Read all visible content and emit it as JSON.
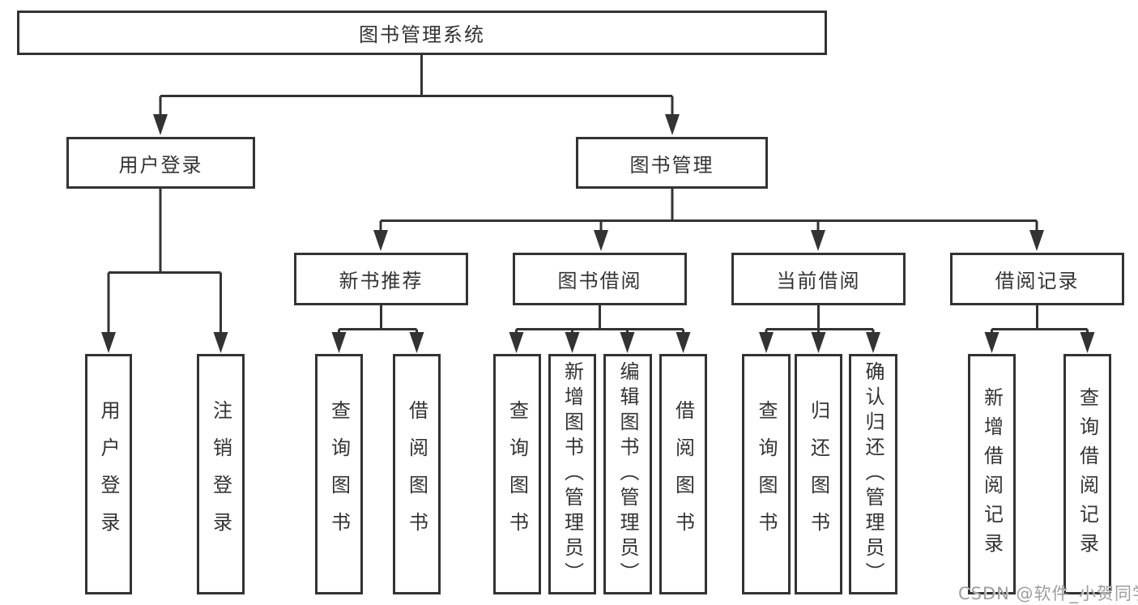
{
  "diagram": {
    "root_label": "图书管理系统",
    "level2": {
      "user_login": "用户登录",
      "book_management": "图书管理"
    },
    "level3": {
      "new_book_recommend": "新书推荐",
      "book_borrow": "图书借阅",
      "current_borrow": "当前借阅",
      "borrow_records": "借阅记录"
    },
    "leaves": {
      "user_login": [
        "用户登录",
        "注销登录"
      ],
      "new_book_recommend": [
        "查询图书",
        "借阅图书"
      ],
      "book_borrow": [
        "查询图书",
        "新增图书（管理员）",
        "编辑图书（管理员）",
        "借阅图书"
      ],
      "current_borrow": [
        "查询图书",
        "归还图书",
        "确认归还（管理员）"
      ],
      "borrow_records": [
        "新增借阅记录",
        "查询借阅记录"
      ]
    }
  },
  "watermark": {
    "text": "CSDN @软件_小贺同学"
  },
  "colors": {
    "line": "#333333",
    "text": "#333333",
    "watermark": "#9e9e9e",
    "background": "#ffffff"
  }
}
